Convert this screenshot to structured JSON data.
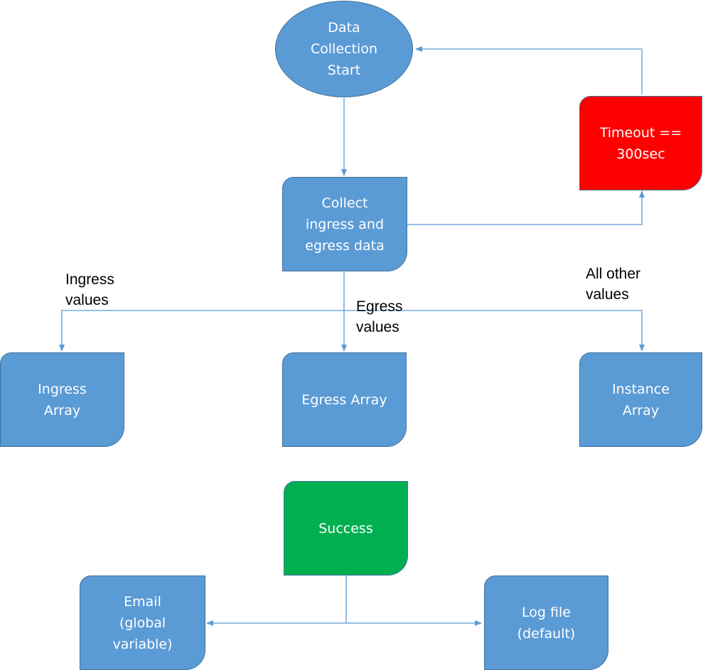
{
  "nodes": {
    "start": {
      "text": "Data\nCollection\nStart",
      "color": "#5b9bd5"
    },
    "collect": {
      "text": "Collect\ningress and\negress data",
      "color": "#5b9bd5"
    },
    "timeout": {
      "text": "Timeout ==\n300sec",
      "color": "#ff0000"
    },
    "ingress_array": {
      "text": "Ingress\nArray",
      "color": "#5b9bd5"
    },
    "egress_array": {
      "text": "Egress Array",
      "color": "#5b9bd5"
    },
    "instance_array": {
      "text": "Instance\nArray",
      "color": "#5b9bd5"
    },
    "success": {
      "text": "Success",
      "color": "#00b050"
    },
    "email": {
      "text": "Email\n(global\nvariable)",
      "color": "#5b9bd5"
    },
    "log_file": {
      "text": "Log file\n(default)",
      "color": "#5b9bd5"
    }
  },
  "edge_labels": {
    "ingress": "Ingress\nvalues",
    "egress": "Egress\nvalues",
    "other": "All other\nvalues"
  },
  "line_color": "#5b9bd5"
}
